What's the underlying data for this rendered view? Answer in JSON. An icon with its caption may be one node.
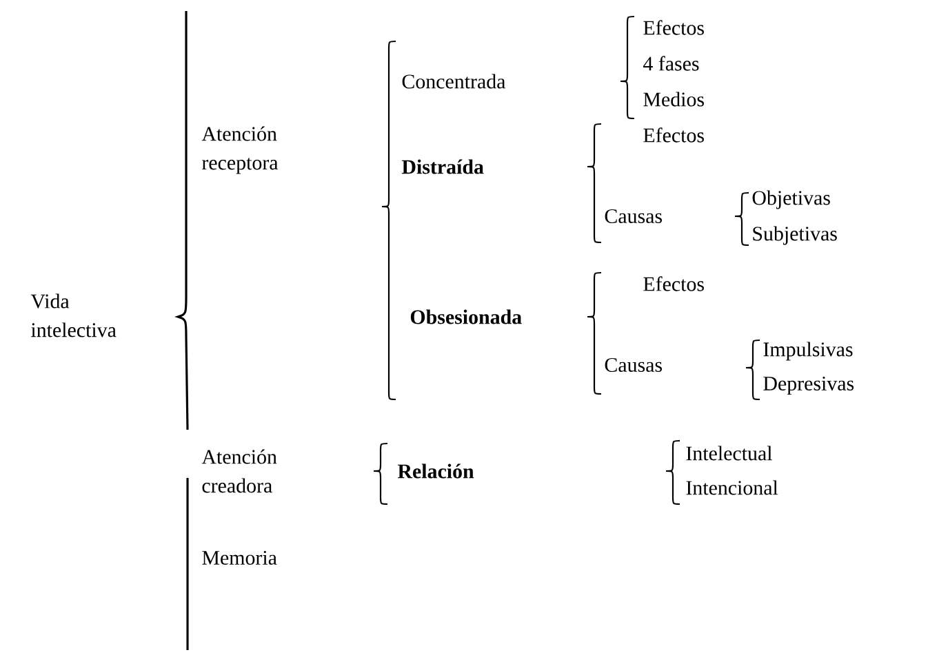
{
  "diagram": {
    "labels": [
      "Vida intelectiva",
      "Atención receptora",
      "Concentrada",
      "Efectos",
      "4 fases",
      "Medios",
      "Distraída",
      "Efectos",
      "Causas",
      "Objetivas",
      "Subjetivas",
      "Obsesionada",
      "Efectos",
      "Causas",
      "Impulsivas",
      "Depresivas",
      "Atención creadora",
      "Relación",
      "Intelectual",
      "Intencional",
      "Memoria"
    ]
  }
}
